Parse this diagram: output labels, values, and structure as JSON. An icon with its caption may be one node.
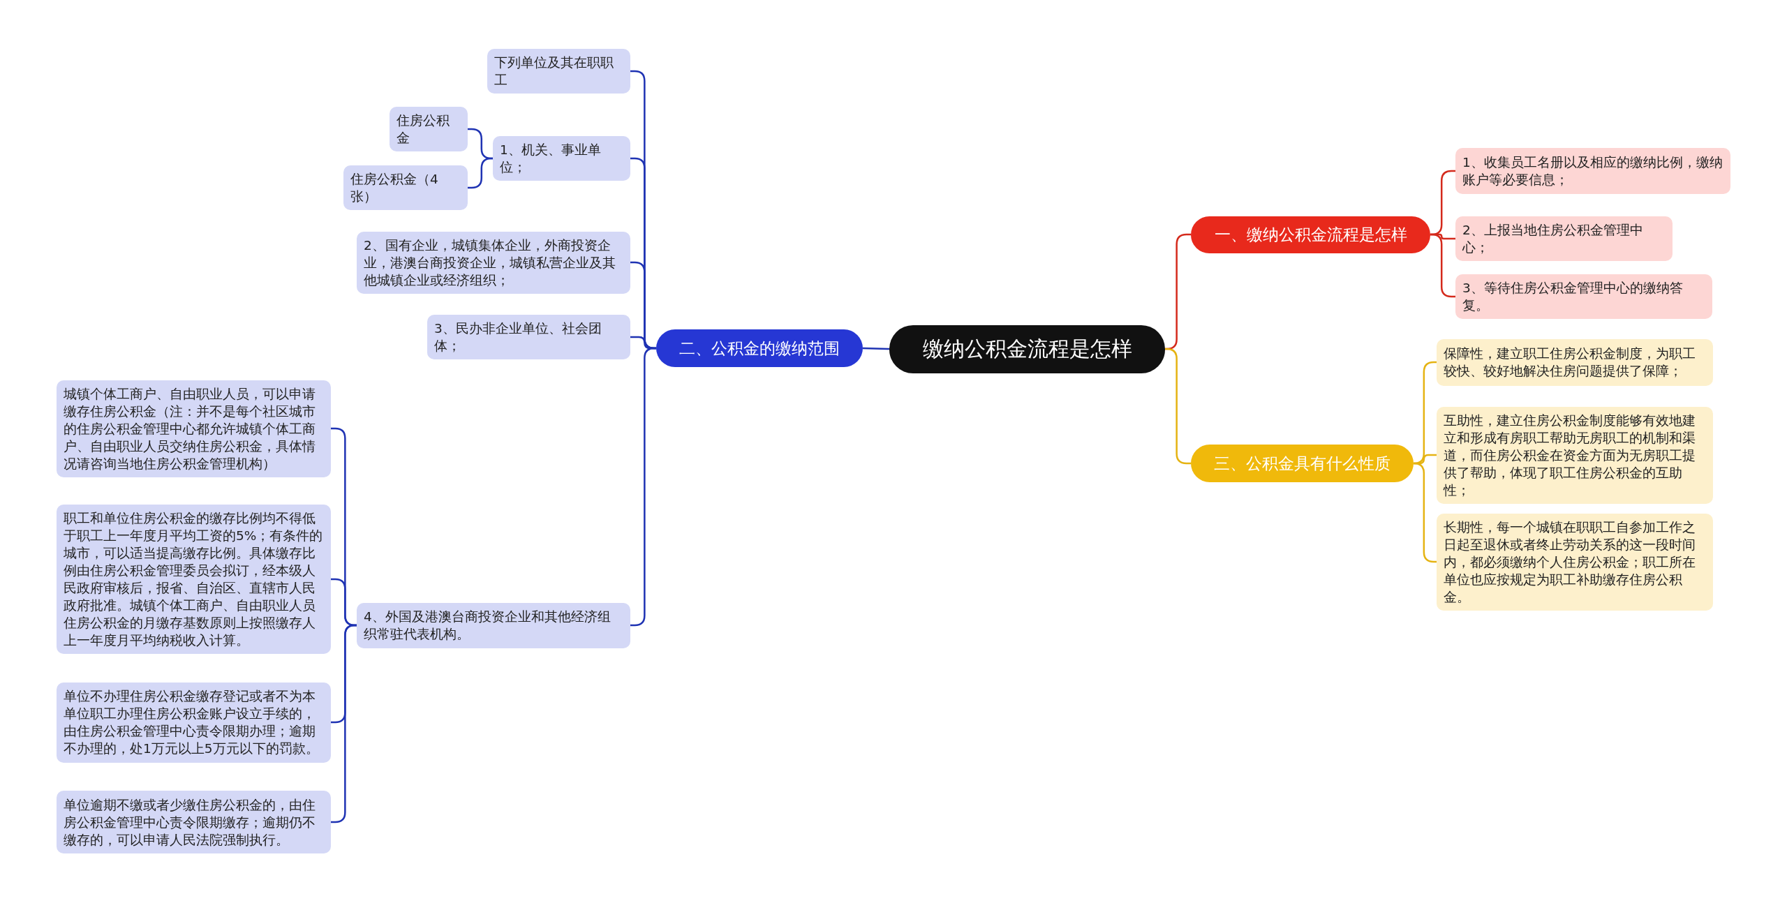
{
  "diagram": {
    "nodes": [
      {
        "text": [
          "缴纳公积金流程是怎样"
        ]
      },
      {
        "text": [
          "一、缴纳公积金流程是怎样"
        ]
      },
      {
        "text": [
          "1、收集员工名册以及相应的缴纳比例，缴纳账户等必要信息；"
        ]
      },
      {
        "text": [
          "2、上报当地住房公积金管理中心；"
        ]
      },
      {
        "text": [
          "3、等待住房公积金管理中心的缴纳答复。"
        ]
      },
      {
        "text": [
          "三、公积金具有什么性质"
        ]
      },
      {
        "text": [
          "保障性，建立职工住房公积金制度，为职工较快、较好地解决住房问题提供了保障；"
        ]
      },
      {
        "text": [
          "互助性，建立住房公积金制度能够有效地建立和形成有房职工帮助无房职工的机制和渠道，而住房公积金在资金方面为无房职工提供了帮助，体现了职工住房公积金的互助性；"
        ]
      },
      {
        "text": [
          "长期性，每一个城镇在职职工自参加工作之日起至退休或者终止劳动关系的这一段时间内，都必须缴纳个人住房公积金；职工所在单位也应按规定为职工补助缴存住房公积金。"
        ]
      },
      {
        "text": [
          "二、公积金的缴纳范围"
        ]
      },
      {
        "text": [
          "下列单位及其在职职工"
        ]
      },
      {
        "text": [
          "1、机关、事业单位；"
        ]
      },
      {
        "text": [
          "住房公积金"
        ]
      },
      {
        "text": [
          "住房公积金（4张）"
        ]
      },
      {
        "text": [
          "2、国有企业，城镇集体企业，外商投资企业，港澳台商投资企业，城镇私营企业及其他城镇企业或经济组织；"
        ]
      },
      {
        "text": [
          "3、民办非企业单位、社会团体；"
        ]
      },
      {
        "text": [
          "4、外国及港澳台商投资企业和其他经济组织常驻代表机构。"
        ]
      },
      {
        "text": [
          "城镇个体工商户、自由职业人员，可以申请缴存住房公积金（注：并不是每个社区城市的住房公积金管理中心都允许城镇个体工商户、自由职业人员交纳住房公积金，具体情况请咨询当地住房公积金管理机构）"
        ]
      },
      {
        "text": [
          "职工和单位住房公积金的缴存比例均不得低于职工上一年度月平均工资的5%；有条件的城市，可以适当提高缴存比例。具体缴存比例由住房公积金管理委员会拟订，经本级人民政府审核后，报省、自治区、直辖市人民政府批准。城镇个体工商户、自由职业人员住房公积金的月缴存基数原则上按照缴存人上一年度月平均纳税收入计算。"
        ]
      },
      {
        "text": [
          "单位不办理住房公积金缴存登记或者不为本单位职工办理住房公积金账户设立手续的，由住房公积金管理中心责令限期办理；逾期不办理的，处1万元以上5万元以下的罚款。"
        ]
      },
      {
        "text": [
          "单位逾期不缴或者少缴住房公积金的，由住房公积金管理中心责令限期缴存；逾期仍不缴存的，可以申请人民法院强制执行。"
        ]
      }
    ],
    "edges": [
      {
        "from": 0,
        "to": 1,
        "arrow": "none",
        "color": "#d42a1c"
      },
      {
        "from": 0,
        "to": 5,
        "arrow": "none",
        "color": "#e5b312"
      },
      {
        "from": 0,
        "to": 9,
        "arrow": "none"
      },
      {
        "from": 1,
        "to": 2,
        "arrow": "none",
        "color": "#d42a1c"
      },
      {
        "from": 1,
        "to": 3,
        "arrow": "none",
        "color": "#d42a1c"
      },
      {
        "from": 1,
        "to": 4,
        "arrow": "none",
        "color": "#d42a1c"
      },
      {
        "from": 5,
        "to": 6,
        "arrow": "none",
        "color": "#e5b312"
      },
      {
        "from": 5,
        "to": 7,
        "arrow": "none",
        "color": "#e5b312"
      },
      {
        "from": 5,
        "to": 8,
        "arrow": "none",
        "color": "#e5b312"
      },
      {
        "from": 9,
        "to": 10,
        "arrow": "none"
      },
      {
        "from": 9,
        "to": 11,
        "arrow": "none"
      },
      {
        "from": 9,
        "to": 14,
        "arrow": "none"
      },
      {
        "from": 9,
        "to": 15,
        "arrow": "none"
      },
      {
        "from": 9,
        "to": 16,
        "arrow": "none"
      },
      {
        "from": 11,
        "to": 12,
        "arrow": "none"
      },
      {
        "from": 11,
        "to": 13,
        "arrow": "none"
      },
      {
        "from": 16,
        "to": 17,
        "arrow": "none"
      },
      {
        "from": 16,
        "to": 18,
        "arrow": "none"
      },
      {
        "from": 16,
        "to": 19,
        "arrow": "none"
      },
      {
        "from": 16,
        "to": 20,
        "arrow": "none"
      }
    ]
  }
}
